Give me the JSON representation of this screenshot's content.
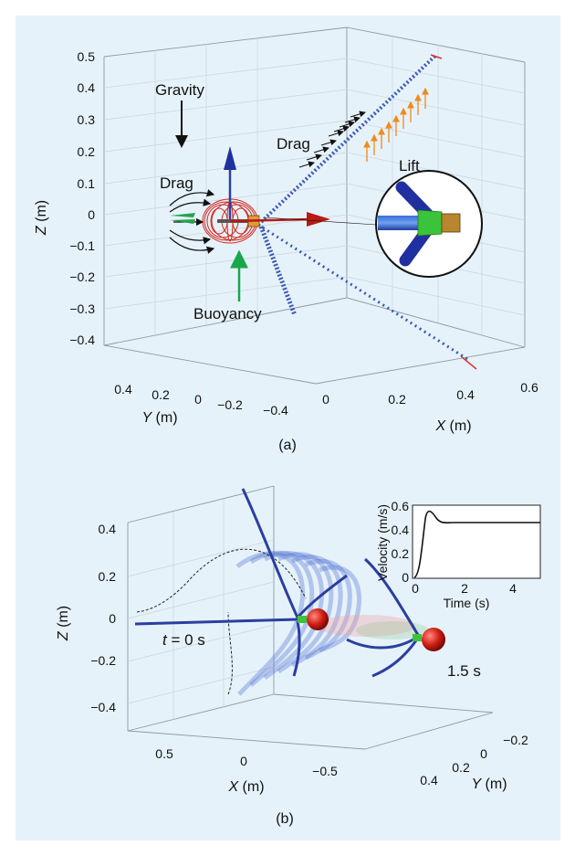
{
  "panel_a": {
    "caption": "(a)",
    "z_axis": {
      "label_italic": "Z",
      "label_unit": " (m)",
      "ticks": [
        "0.5",
        "0.4",
        "0.3",
        "0.2",
        "0.1",
        "0",
        "−0.1",
        "−0.2",
        "−0.3",
        "−0.4"
      ]
    },
    "y_axis": {
      "label_italic": "Y",
      "label_unit": " (m)",
      "ticks": [
        "0.4",
        "0.2",
        "0",
        "−0.2",
        "−0.4"
      ]
    },
    "x_axis": {
      "label_italic": "X",
      "label_unit": " (m)",
      "ticks": [
        "0",
        "0.2",
        "0.4",
        "0.6"
      ]
    },
    "annotations": {
      "gravity": "Gravity",
      "drag_body": "Drag",
      "drag_fin": "Drag",
      "lift": "Lift",
      "buoyancy": "Buoyancy"
    }
  },
  "panel_b": {
    "caption": "(b)",
    "z_axis": {
      "label_italic": "Z",
      "label_unit": " (m)",
      "ticks": [
        "0.4",
        "0.2",
        "0",
        "−0.2",
        "−0.4"
      ]
    },
    "x_axis": {
      "label_italic": "X",
      "label_unit": " (m)",
      "ticks": [
        "0.5",
        "0",
        "−0.5"
      ]
    },
    "y_axis": {
      "label_italic": "Y",
      "label_unit": " (m)",
      "ticks": [
        "−0.2",
        "0",
        "0.2",
        "0.4"
      ]
    },
    "annotations": {
      "t0_italic": "t",
      "t0_rest": " = 0 s",
      "t_end": "1.5 s"
    },
    "inset": {
      "ylabel": "Velocity (m/s)",
      "xlabel": "Time (s)",
      "yticks": [
        "0.6",
        "0.4",
        "0.2",
        "0"
      ],
      "xticks": [
        "0",
        "2",
        "4"
      ]
    }
  },
  "colors": {
    "background": "#e6f2fa",
    "fin": "#2a3fa0",
    "body": "#d42a1f",
    "buoyancy": "#17a84a",
    "lift": "#f08a1c"
  }
}
